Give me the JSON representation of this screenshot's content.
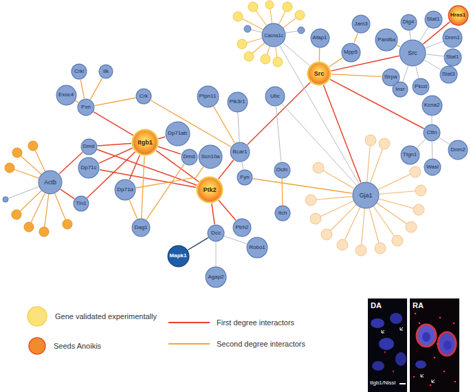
{
  "diagram": {
    "nodes": [
      {
        "text": [
          "Actb"
        ]
      },
      {
        "text": [
          "Dmd"
        ]
      },
      {
        "text": [
          "Pxn"
        ]
      },
      {
        "text": [
          "Crkl"
        ]
      },
      {
        "text": [
          "Ilk"
        ]
      },
      {
        "text": [
          "Exoc4"
        ]
      },
      {
        "text": [
          "Crk"
        ]
      },
      {
        "text": [
          "Itgb1"
        ]
      },
      {
        "text": [
          "Dp71ab"
        ]
      },
      {
        "text": [
          "Dp71c"
        ]
      },
      {
        "text": [
          "Dp71a"
        ]
      },
      {
        "text": [
          "Tln1"
        ]
      },
      {
        "text": [
          "Dag1"
        ]
      },
      {
        "text": [
          "Dmd"
        ]
      },
      {
        "text": [
          "Scn10a"
        ]
      },
      {
        "text": [
          "Ptk2"
        ]
      },
      {
        "text": [
          "Ptrh2"
        ]
      },
      {
        "text": [
          "Dcc"
        ]
      },
      {
        "text": [
          "Mapk1"
        ]
      },
      {
        "text": [
          "Robo1"
        ]
      },
      {
        "text": [
          "Agap2"
        ]
      },
      {
        "text": [
          "Ptpn11"
        ]
      },
      {
        "text": [
          "Pik3r1"
        ]
      },
      {
        "text": [
          "Bcar1"
        ]
      },
      {
        "text": [
          "Fyn"
        ]
      },
      {
        "text": [
          "Ubc"
        ]
      },
      {
        "text": [
          "Ocln"
        ]
      },
      {
        "text": [
          "Itch"
        ]
      },
      {
        "text": [
          "Cacna1c"
        ]
      },
      {
        "text": [
          "Afap1"
        ]
      },
      {
        "text": [
          "Jam3"
        ]
      },
      {
        "text": [
          "Mpp5"
        ]
      },
      {
        "text": [
          "Pard6a"
        ]
      },
      {
        "text": [
          "Sirpa"
        ]
      },
      {
        "text": [
          "Src"
        ]
      },
      {
        "text": [
          "Dlg4"
        ]
      },
      {
        "text": [
          "Stat1"
        ]
      },
      {
        "text": [
          "Hras1"
        ]
      },
      {
        "text": [
          "Src"
        ]
      },
      {
        "text": [
          "Dnm1"
        ]
      },
      {
        "text": [
          "Stat1"
        ]
      },
      {
        "text": [
          "Stat3"
        ]
      },
      {
        "text": [
          "Insr"
        ]
      },
      {
        "text": [
          "Pkcd"
        ]
      },
      {
        "text": [
          "Kcna2"
        ]
      },
      {
        "text": [
          "Cttn"
        ]
      },
      {
        "text": [
          "Ttgn1"
        ]
      },
      {
        "text": [
          "Wasl"
        ]
      },
      {
        "text": [
          "Dnm2"
        ]
      },
      {
        "text": [
          "Gja1"
        ]
      }
    ],
    "edges": [
      {
        "from": 7,
        "to": 15,
        "arrow": "none"
      },
      {
        "from": 7,
        "to": 1,
        "arrow": "none"
      },
      {
        "from": 7,
        "to": 9,
        "arrow": "none"
      },
      {
        "from": 7,
        "to": 10,
        "arrow": "none"
      },
      {
        "from": 7,
        "to": 11,
        "arrow": "none"
      },
      {
        "from": 7,
        "to": 13,
        "arrow": "none"
      },
      {
        "from": 7,
        "to": 8,
        "arrow": "none"
      },
      {
        "from": 7,
        "to": 2,
        "arrow": "none"
      },
      {
        "from": 15,
        "to": 23,
        "arrow": "none"
      },
      {
        "from": 15,
        "to": 17,
        "arrow": "none"
      },
      {
        "from": 15,
        "to": 1,
        "arrow": "none"
      },
      {
        "from": 15,
        "to": 9,
        "arrow": "none"
      },
      {
        "from": 15,
        "to": 16,
        "arrow": "none"
      },
      {
        "from": 23,
        "to": 34,
        "arrow": "none"
      },
      {
        "from": 34,
        "to": 49,
        "arrow": "none"
      },
      {
        "from": 34,
        "to": 38,
        "arrow": "none"
      },
      {
        "from": 34,
        "to": 45,
        "arrow": "none"
      },
      {
        "from": 1,
        "to": 0,
        "arrow": "none"
      },
      {
        "from": 0,
        "to": 11,
        "arrow": "none"
      },
      {
        "from": 38,
        "to": 37,
        "arrow": "none"
      },
      {
        "from": 2,
        "to": 3,
        "arrow": "none"
      },
      {
        "from": 2,
        "to": 4,
        "arrow": "none"
      },
      {
        "from": 2,
        "to": 5,
        "arrow": "none"
      },
      {
        "from": 2,
        "to": 6,
        "arrow": "none"
      },
      {
        "from": 6,
        "to": 23,
        "arrow": "none"
      },
      {
        "from": 7,
        "to": 12,
        "arrow": "none"
      },
      {
        "from": 13,
        "to": 12,
        "arrow": "none"
      },
      {
        "from": 10,
        "to": 12,
        "arrow": "none"
      },
      {
        "from": 14,
        "to": 10,
        "arrow": "none"
      },
      {
        "from": 24,
        "to": 49,
        "arrow": "none"
      },
      {
        "from": 31,
        "to": 30,
        "arrow": "none"
      },
      {
        "from": 34,
        "to": 31,
        "arrow": "none"
      },
      {
        "from": 34,
        "to": 33,
        "arrow": "none"
      },
      {
        "from": 34,
        "to": 29,
        "arrow": "none"
      },
      {
        "from": 38,
        "to": 32,
        "arrow": "none"
      },
      {
        "from": 26,
        "to": 27,
        "arrow": "none"
      },
      {
        "from": 23,
        "to": 21,
        "arrow": "none"
      },
      {
        "from": 25,
        "to": 26,
        "arrow": "none"
      },
      {
        "from": 25,
        "to": 49,
        "arrow": "none"
      },
      {
        "from": 28,
        "to": 49,
        "arrow": "none"
      },
      {
        "from": 28,
        "to": 34,
        "arrow": "none"
      },
      {
        "from": 23,
        "to": 22,
        "arrow": "none"
      },
      {
        "from": 23,
        "to": 24,
        "arrow": "none"
      },
      {
        "from": 17,
        "to": 19,
        "arrow": "none"
      },
      {
        "from": 17,
        "to": 20,
        "arrow": "none"
      },
      {
        "from": 45,
        "to": 44,
        "arrow": "none"
      },
      {
        "from": 45,
        "to": 46,
        "arrow": "none"
      },
      {
        "from": 45,
        "to": 47,
        "arrow": "none"
      },
      {
        "from": 45,
        "to": 48,
        "arrow": "none"
      },
      {
        "from": 38,
        "to": 35,
        "arrow": "none"
      },
      {
        "from": 38,
        "to": 36,
        "arrow": "none"
      },
      {
        "from": 38,
        "to": 39,
        "arrow": "none"
      },
      {
        "from": 38,
        "to": 40,
        "arrow": "none"
      },
      {
        "from": 38,
        "to": 41,
        "arrow": "none"
      },
      {
        "from": 38,
        "to": 42,
        "arrow": "none"
      },
      {
        "from": 38,
        "to": 43,
        "arrow": "none"
      },
      {
        "from": 17,
        "to": 18,
        "arrow": "none"
      }
    ],
    "labels": [
      "DA",
      "RA",
      "Itgb1/Nissl"
    ],
    "legend": [
      {
        "text": "Gene validated experimentally",
        "color": "#fce27a"
      },
      {
        "text": "Seeds Anoikis",
        "color": "#f28a2e"
      },
      {
        "text": "First degree interactors"
      },
      {
        "text": "Second degree interactors"
      }
    ]
  }
}
